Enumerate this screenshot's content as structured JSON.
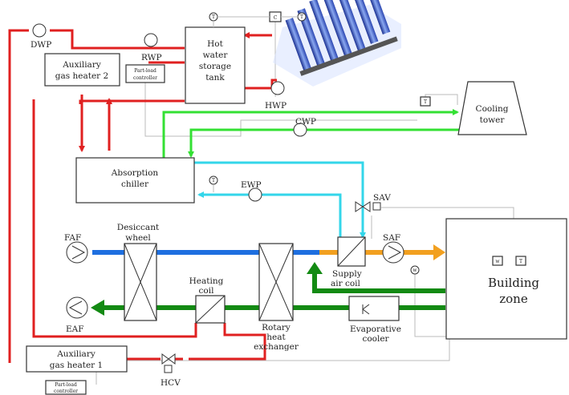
{
  "labels": {
    "dwp": "DWP",
    "aux_heater_2": [
      "Auxiliary",
      "gas heater 2"
    ],
    "rwp": "RWP",
    "part_load_controller": [
      "Part-load",
      "controller"
    ],
    "hot_water_tank": [
      "Hot",
      "water",
      "storage",
      "tank"
    ],
    "hwp": "HWP",
    "c_sensor": "C",
    "t_sensor": "T",
    "w_sensor": "w",
    "cooling_tower": [
      "Cooling",
      "tower"
    ],
    "cwp": "CWP",
    "absorption_chiller": [
      "Absorption",
      "chiller"
    ],
    "ewp": "EWP",
    "sav": "SAV",
    "desiccant_wheel": [
      "Desiccant",
      "wheel"
    ],
    "faf": "FAF",
    "saf": "SAF",
    "supply_air_coil": [
      "Supply",
      "air coil"
    ],
    "building_zone": [
      "Building",
      "zone"
    ],
    "heating_coil": [
      "Heating",
      "coil"
    ],
    "eaf": "EAF",
    "rotary_hx": [
      "Rotary",
      "heat",
      "exchanger"
    ],
    "evaporative_cooler": [
      "Evaporative",
      "cooler"
    ],
    "aux_heater_1": [
      "Auxiliary",
      "gas heater 1"
    ],
    "hcv": "HCV"
  },
  "colors": {
    "hot_water": "#e02020",
    "cooling_water": "#33e033",
    "chilled_water": "#33d6ea",
    "fresh_air": "#1e6fe0",
    "supply_air": "#f2a020",
    "exhaust_air": "#138a13",
    "control_signal": "#bbbbbb",
    "collector": "#3c5fd0"
  },
  "icons": [
    "solar-collector-icon",
    "pump-icon",
    "fan-icon",
    "valve-icon",
    "sensor-icon"
  ]
}
